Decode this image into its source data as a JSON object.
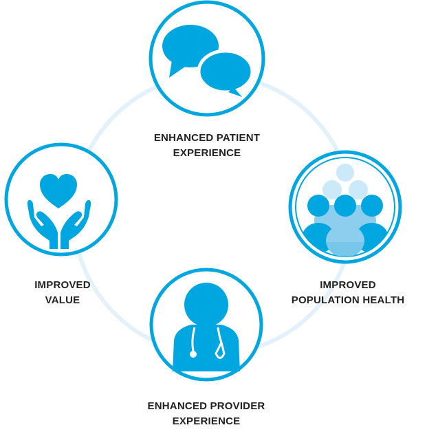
{
  "colors": {
    "primary": "#00a6df",
    "ring": "#e3f1fa",
    "light_blue": "#8dcdee",
    "pale_blue": "#cbe9f8",
    "text": "#222222"
  },
  "nodes": [
    {
      "id": "enhanced-patient-experience",
      "icon": "speech-bubbles-icon",
      "label_lines": [
        "ENHANCED PATIENT",
        "EXPERIENCE"
      ]
    },
    {
      "id": "improved-population-health",
      "icon": "population-group-icon",
      "label_lines": [
        "IMPROVED",
        "POPULATION HEALTH"
      ]
    },
    {
      "id": "enhanced-provider-experience",
      "icon": "doctor-stethoscope-icon",
      "label_lines": [
        "ENHANCED PROVIDER",
        "EXPERIENCE"
      ]
    },
    {
      "id": "improved-value",
      "icon": "heart-in-hands-icon",
      "label_lines": [
        "IMPROVED",
        "VALUE"
      ]
    }
  ]
}
